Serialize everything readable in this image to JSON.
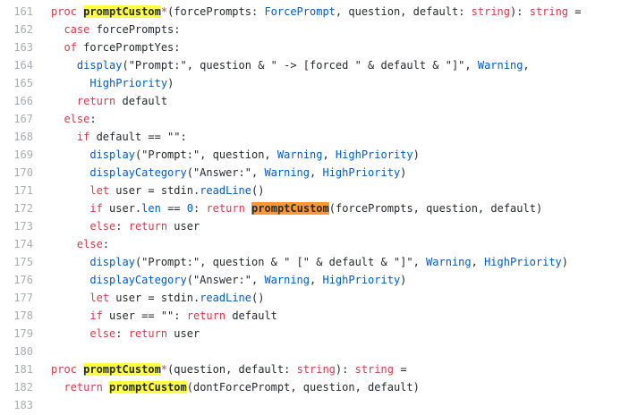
{
  "lines": [
    {
      "n": "161",
      "tokens": [
        {
          "t": "proc ",
          "k": "kw"
        },
        {
          "t": "promptCustom",
          "k": "hl"
        },
        {
          "t": "*",
          "k": "kw"
        },
        {
          "t": "(forcePrompts: "
        },
        {
          "t": "ForcePrompt",
          "k": "ty"
        },
        {
          "t": ", question, default: "
        },
        {
          "t": "string",
          "k": "kw"
        },
        {
          "t": "): "
        },
        {
          "t": "string",
          "k": "kw"
        },
        {
          "t": " ="
        }
      ]
    },
    {
      "n": "162",
      "tokens": [
        {
          "t": "  "
        },
        {
          "t": "case",
          "k": "kw"
        },
        {
          "t": " forcePrompts:"
        }
      ]
    },
    {
      "n": "163",
      "tokens": [
        {
          "t": "  "
        },
        {
          "t": "of",
          "k": "kw"
        },
        {
          "t": " forcePromptYes:"
        }
      ]
    },
    {
      "n": "164",
      "tokens": [
        {
          "t": "    "
        },
        {
          "t": "display",
          "k": "ty"
        },
        {
          "t": "(\"Prompt:\", question & \" -> [forced \" & default & \"]\", "
        },
        {
          "t": "Warning",
          "k": "ty"
        },
        {
          "t": ","
        }
      ]
    },
    {
      "n": "165",
      "tokens": [
        {
          "t": "      "
        },
        {
          "t": "HighPriority",
          "k": "ty"
        },
        {
          "t": ")"
        }
      ]
    },
    {
      "n": "166",
      "tokens": [
        {
          "t": "    "
        },
        {
          "t": "return",
          "k": "kw"
        },
        {
          "t": " default"
        }
      ]
    },
    {
      "n": "167",
      "tokens": [
        {
          "t": "  "
        },
        {
          "t": "else",
          "k": "kw"
        },
        {
          "t": ":"
        }
      ]
    },
    {
      "n": "168",
      "tokens": [
        {
          "t": "    "
        },
        {
          "t": "if",
          "k": "kw"
        },
        {
          "t": " default == \"\":"
        }
      ]
    },
    {
      "n": "169",
      "tokens": [
        {
          "t": "      "
        },
        {
          "t": "display",
          "k": "ty"
        },
        {
          "t": "(\"Prompt:\", question, "
        },
        {
          "t": "Warning",
          "k": "ty"
        },
        {
          "t": ", "
        },
        {
          "t": "HighPriority",
          "k": "ty"
        },
        {
          "t": ")"
        }
      ]
    },
    {
      "n": "170",
      "tokens": [
        {
          "t": "      "
        },
        {
          "t": "displayCategory",
          "k": "ty"
        },
        {
          "t": "(\"Answer:\", "
        },
        {
          "t": "Warning",
          "k": "ty"
        },
        {
          "t": ", "
        },
        {
          "t": "HighPriority",
          "k": "ty"
        },
        {
          "t": ")"
        }
      ]
    },
    {
      "n": "171",
      "tokens": [
        {
          "t": "      "
        },
        {
          "t": "let",
          "k": "kw"
        },
        {
          "t": " user = stdin."
        },
        {
          "t": "readLine",
          "k": "ty"
        },
        {
          "t": "()"
        }
      ]
    },
    {
      "n": "172",
      "tokens": [
        {
          "t": "      "
        },
        {
          "t": "if",
          "k": "kw"
        },
        {
          "t": " user."
        },
        {
          "t": "len",
          "k": "ty"
        },
        {
          "t": " == "
        },
        {
          "t": "0",
          "k": "num"
        },
        {
          "t": ": "
        },
        {
          "t": "return",
          "k": "kw"
        },
        {
          "t": " "
        },
        {
          "t": "promptCustom",
          "k": "hl-cur"
        },
        {
          "t": "(forcePrompts, question, default)"
        }
      ]
    },
    {
      "n": "173",
      "tokens": [
        {
          "t": "      "
        },
        {
          "t": "else",
          "k": "kw"
        },
        {
          "t": ": "
        },
        {
          "t": "return",
          "k": "kw"
        },
        {
          "t": " user"
        }
      ]
    },
    {
      "n": "174",
      "tokens": [
        {
          "t": "    "
        },
        {
          "t": "else",
          "k": "kw"
        },
        {
          "t": ":"
        }
      ]
    },
    {
      "n": "175",
      "tokens": [
        {
          "t": "      "
        },
        {
          "t": "display",
          "k": "ty"
        },
        {
          "t": "(\"Prompt:\", question & \" [\" & default & \"]\", "
        },
        {
          "t": "Warning",
          "k": "ty"
        },
        {
          "t": ", "
        },
        {
          "t": "HighPriority",
          "k": "ty"
        },
        {
          "t": ")"
        }
      ]
    },
    {
      "n": "176",
      "tokens": [
        {
          "t": "      "
        },
        {
          "t": "displayCategory",
          "k": "ty"
        },
        {
          "t": "(\"Answer:\", "
        },
        {
          "t": "Warning",
          "k": "ty"
        },
        {
          "t": ", "
        },
        {
          "t": "HighPriority",
          "k": "ty"
        },
        {
          "t": ")"
        }
      ]
    },
    {
      "n": "177",
      "tokens": [
        {
          "t": "      "
        },
        {
          "t": "let",
          "k": "kw"
        },
        {
          "t": " user = stdin."
        },
        {
          "t": "readLine",
          "k": "ty"
        },
        {
          "t": "()"
        }
      ]
    },
    {
      "n": "178",
      "tokens": [
        {
          "t": "      "
        },
        {
          "t": "if",
          "k": "kw"
        },
        {
          "t": " user == \"\": "
        },
        {
          "t": "return",
          "k": "kw"
        },
        {
          "t": " default"
        }
      ]
    },
    {
      "n": "179",
      "tokens": [
        {
          "t": "      "
        },
        {
          "t": "else",
          "k": "kw"
        },
        {
          "t": ": "
        },
        {
          "t": "return",
          "k": "kw"
        },
        {
          "t": " user"
        }
      ]
    },
    {
      "n": "180",
      "tokens": []
    },
    {
      "n": "181",
      "tokens": [
        {
          "t": "proc ",
          "k": "kw"
        },
        {
          "t": "promptCustom",
          "k": "hl"
        },
        {
          "t": "*",
          "k": "kw"
        },
        {
          "t": "(question, default: "
        },
        {
          "t": "string",
          "k": "kw"
        },
        {
          "t": "): "
        },
        {
          "t": "string",
          "k": "kw"
        },
        {
          "t": " ="
        }
      ]
    },
    {
      "n": "182",
      "tokens": [
        {
          "t": "  "
        },
        {
          "t": "return",
          "k": "kw"
        },
        {
          "t": " "
        },
        {
          "t": "promptCustom",
          "k": "hl"
        },
        {
          "t": "(dontForcePrompt, question, default)"
        }
      ]
    },
    {
      "n": "183",
      "tokens": []
    }
  ]
}
